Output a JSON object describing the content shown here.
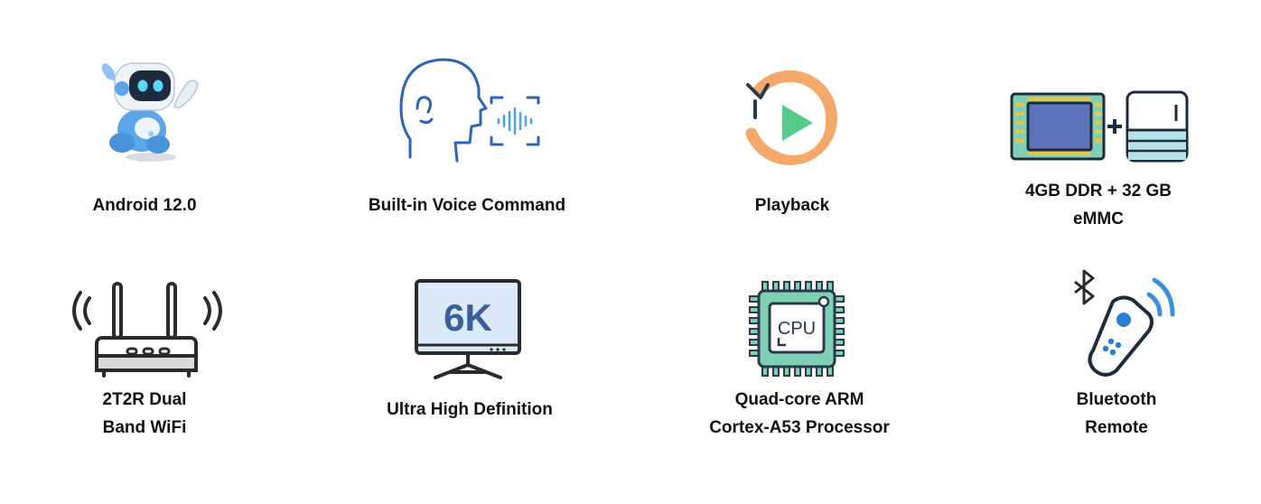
{
  "features": [
    {
      "label": "Android 12.0",
      "icon": "robot-icon"
    },
    {
      "label": "Built-in Voice Command",
      "icon": "voice-command-icon"
    },
    {
      "label": "Playback",
      "icon": "playback-icon"
    },
    {
      "label": "4GB DDR + 32 GB\neMMC",
      "icon": "memory-storage-icon"
    },
    {
      "label": "2T2R Dual\nBand WiFi",
      "icon": "wifi-router-icon"
    },
    {
      "label": "Ultra High Definition",
      "icon": "monitor-6k-icon",
      "icon_text": "6K"
    },
    {
      "label": "Quad-core ARM\nCortex-A53 Processor",
      "icon": "cpu-chip-icon",
      "icon_text": "CPU"
    },
    {
      "label": "Bluetooth\nRemote",
      "icon": "bluetooth-remote-icon"
    }
  ],
  "colors": {
    "text": "#111111",
    "robot_blue": "#5aa6e8",
    "voice_blue": "#2a65b8",
    "playback_orange": "#f4a86a",
    "playback_green": "#58c98c",
    "chip_green": "#7fd0b4",
    "chip_dark": "#2b3a4a",
    "monitor_fill": "#dbe9fa",
    "monitor_text": "#3a5f9a"
  }
}
